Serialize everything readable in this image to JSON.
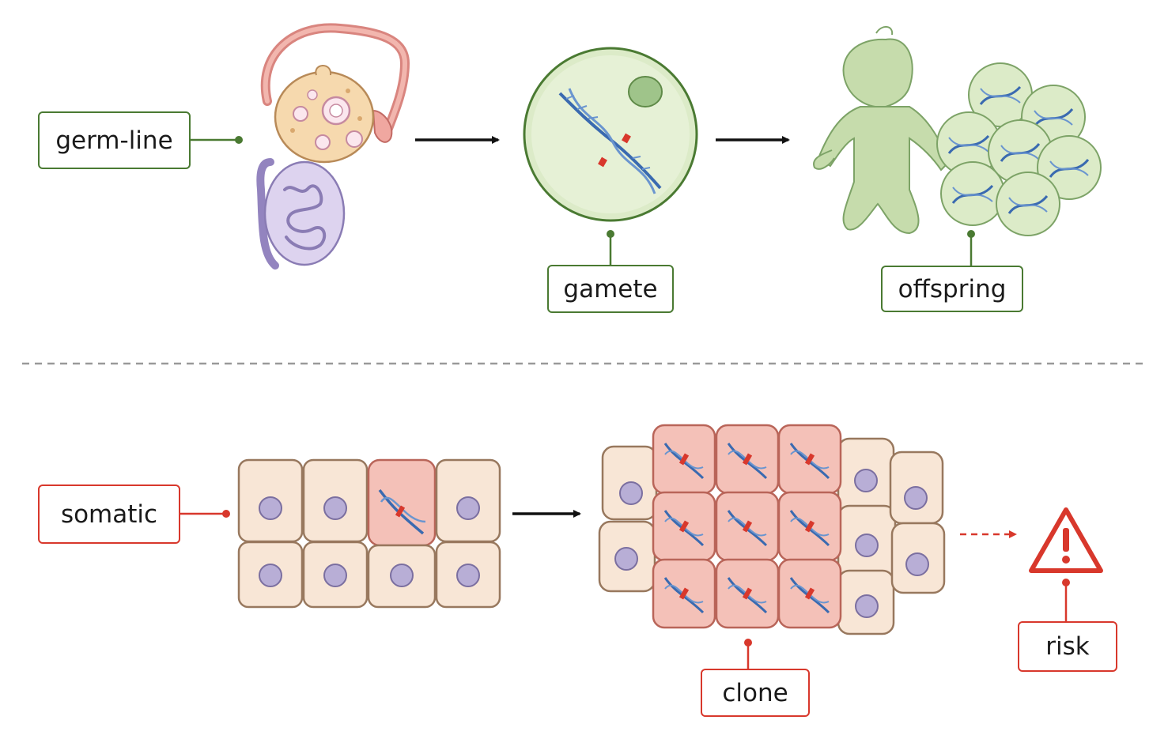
{
  "colors": {
    "germ": "#4a7a32",
    "somatic": "#d8382c",
    "arrow": "#111111",
    "divider": "#999999",
    "cell_fill": "#f8e6d6",
    "cell_stroke": "#98785e",
    "mutant_fill": "#f4c1b8",
    "mutant_stroke": "#b96559",
    "nucleus": "#b8aed6",
    "dna": "#3a6ab0",
    "gamete_fill": "#dcebc8",
    "baby_fill": "#c6dcac"
  },
  "labels": {
    "germline": "germ-line",
    "gamete": "gamete",
    "offspring": "offspring",
    "somatic": "somatic",
    "clone": "clone",
    "risk": "risk"
  },
  "icons": [
    "ovary-icon",
    "testis-icon",
    "dna-icon",
    "baby-icon",
    "warning-icon"
  ]
}
